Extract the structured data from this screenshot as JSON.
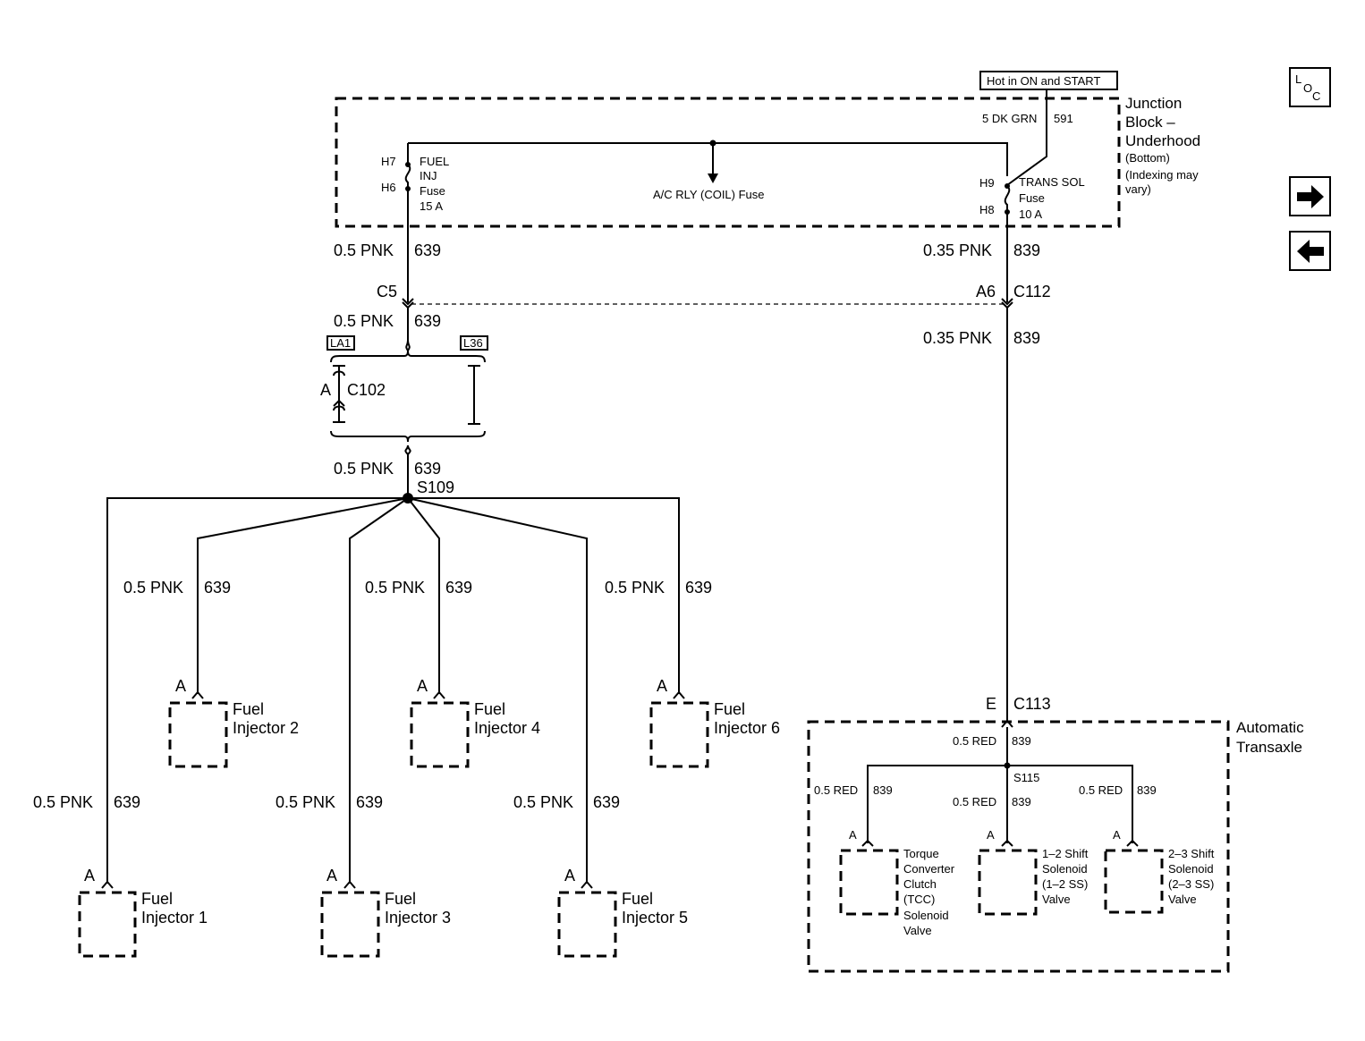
{
  "power_source": "Hot in ON and START",
  "junction_block": {
    "title_1": "Junction",
    "title_2": "Block –",
    "title_3": "Underhood",
    "note_1": "(Bottom)",
    "note_2": "(Indexing may",
    "note_3": "vary)",
    "feed_wire": "5 DK GRN",
    "feed_circuit": "591",
    "fuel_fuse": {
      "in_pin": "H7",
      "out_pin": "H6",
      "l1": "FUEL",
      "l2": "INJ",
      "l3": "Fuse",
      "l4": "15 A"
    },
    "trans_fuse": {
      "in_pin": "H9",
      "out_pin": "H8",
      "l1": "TRANS SOL",
      "l2": "Fuse",
      "l3": "10 A"
    },
    "ac_fuse": "A/C RLY (COIL) Fuse"
  },
  "left_branch": {
    "wire_a": "0.5 PNK",
    "circuit_a": "639",
    "conn_c5": "C5",
    "wire_b": "0.5 PNK",
    "circuit_b": "639",
    "option_1": "LA1",
    "option_2": "L36",
    "c102_pin": "A",
    "c102": "C102",
    "wire_c": "0.5 PNK",
    "circuit_c": "639",
    "splice": "S109"
  },
  "right_branch": {
    "wire_a": "0.35 PNK",
    "circuit_a": "839",
    "conn_pin": "A6",
    "conn": "C112",
    "wire_b": "0.35 PNK",
    "circuit_b": "839",
    "c113_pin": "E",
    "c113": "C113"
  },
  "injectors": [
    {
      "wire": "0.5 PNK",
      "circuit": "639",
      "pin": "A",
      "name_1": "Fuel",
      "name_2": "Injector 1"
    },
    {
      "wire": "0.5 PNK",
      "circuit": "639",
      "pin": "A",
      "name_1": "Fuel",
      "name_2": "Injector 2"
    },
    {
      "wire": "0.5 PNK",
      "circuit": "639",
      "pin": "A",
      "name_1": "Fuel",
      "name_2": "Injector 3"
    },
    {
      "wire": "0.5 PNK",
      "circuit": "639",
      "pin": "A",
      "name_1": "Fuel",
      "name_2": "Injector 4"
    },
    {
      "wire": "0.5 PNK",
      "circuit": "639",
      "pin": "A",
      "name_1": "Fuel",
      "name_2": "Injector 5"
    },
    {
      "wire": "0.5 PNK",
      "circuit": "639",
      "pin": "A",
      "name_1": "Fuel",
      "name_2": "Injector 6"
    }
  ],
  "transaxle": {
    "title_1": "Automatic",
    "title_2": "Transaxle",
    "wire_in": "0.5 RED",
    "circuit_in": "839",
    "splice": "S115",
    "solenoids": [
      {
        "wire": "0.5 RED",
        "circuit": "839",
        "pin": "A",
        "l1": "Torque",
        "l2": "Converter",
        "l3": "Clutch",
        "l4": "(TCC)",
        "l5": "Solenoid",
        "l6": "Valve"
      },
      {
        "wire": "0.5 RED",
        "circuit": "839",
        "pin": "A",
        "l1": "1–2 Shift",
        "l2": "Solenoid",
        "l3": "(1–2 SS)",
        "l4": "Valve"
      },
      {
        "wire": "0.5 RED",
        "circuit": "839",
        "pin": "A",
        "l1": "2–3 Shift",
        "l2": "Solenoid",
        "l3": "(2–3 SS)",
        "l4": "Valve"
      }
    ]
  },
  "nav": {
    "loc_l": "L",
    "loc_o": "O",
    "loc_c": "C",
    "next_icon": "arrow-right-icon",
    "prev_icon": "arrow-left-icon"
  }
}
